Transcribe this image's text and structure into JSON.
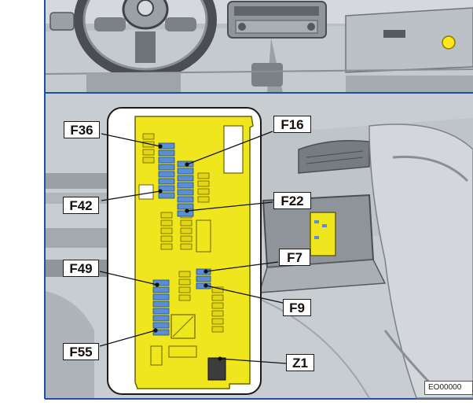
{
  "labels": {
    "f36": "F36",
    "f42": "F42",
    "f49": "F49",
    "f55": "F55",
    "f16": "F16",
    "f22": "F22",
    "f7": "F7",
    "f9": "F9",
    "z1": "Z1"
  },
  "footer": {
    "code": "EO00000"
  },
  "colors": {
    "fuse_box": "#f0e61e",
    "fuse_highlight": "#5a8fd8",
    "frame_blue": "#1f4fa8",
    "interior_gray": "#c8cdd2"
  },
  "icons": {
    "top": "steering-wheel-dashboard-illustration",
    "bottom": "glovebox-fusebox-illustration",
    "marker": "yellow-dot-icon"
  }
}
